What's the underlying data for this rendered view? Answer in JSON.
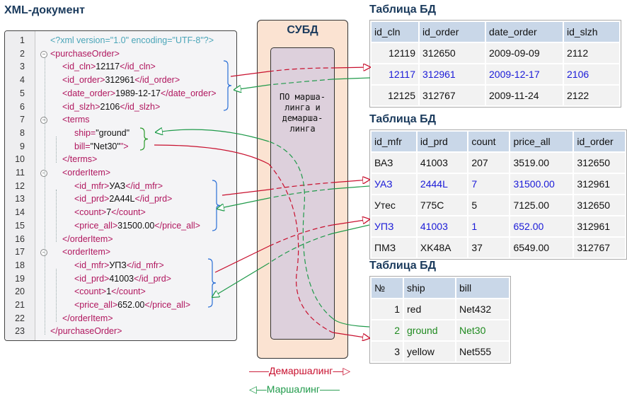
{
  "xml": {
    "title": "XML-документ",
    "lines": [
      {
        "n": "1",
        "code": [
          [
            "pi",
            "<?xml version=\"1.0\" encoding=\"UTF-8\"?>"
          ]
        ]
      },
      {
        "n": "2",
        "code": [
          [
            "tag",
            "<purchaseOrder>"
          ]
        ]
      },
      {
        "n": "3",
        "code": [
          [
            "tag",
            "<id_cln>"
          ],
          [
            "txt",
            "12117"
          ],
          [
            "tag",
            "</id_cln>"
          ]
        ]
      },
      {
        "n": "4",
        "code": [
          [
            "tag",
            "<id_order>"
          ],
          [
            "txt",
            "312961"
          ],
          [
            "tag",
            "</id_order>"
          ]
        ]
      },
      {
        "n": "5",
        "code": [
          [
            "tag",
            "<date_order>"
          ],
          [
            "txt",
            "1989-12-17"
          ],
          [
            "tag",
            "</date_order>"
          ]
        ]
      },
      {
        "n": "6",
        "code": [
          [
            "tag",
            "<id_slzh>"
          ],
          [
            "txt",
            "2106"
          ],
          [
            "tag",
            "</id_slzh>"
          ]
        ]
      },
      {
        "n": "7",
        "code": [
          [
            "tag",
            "<terms"
          ]
        ]
      },
      {
        "n": "8",
        "code": [
          [
            "attrname",
            "ship="
          ],
          [
            "txt",
            "\"ground\""
          ]
        ]
      },
      {
        "n": "9",
        "code": [
          [
            "attrname",
            "bill="
          ],
          [
            "txt",
            "\"Net30\""
          ],
          [
            "tag",
            "\">"
          ]
        ]
      },
      {
        "n": "10",
        "code": [
          [
            "tag",
            "</terms>"
          ]
        ]
      },
      {
        "n": "11",
        "code": [
          [
            "tag",
            "<orderItem>"
          ]
        ]
      },
      {
        "n": "12",
        "code": [
          [
            "tag",
            "<id_mfr>"
          ],
          [
            "txt",
            "УАЗ"
          ],
          [
            "tag",
            "</id_mfr>"
          ]
        ]
      },
      {
        "n": "13",
        "code": [
          [
            "tag",
            "<id_prd>"
          ],
          [
            "txt",
            "2A44L"
          ],
          [
            "tag",
            "</id_prd>"
          ]
        ]
      },
      {
        "n": "14",
        "code": [
          [
            "tag",
            "<count>"
          ],
          [
            "txt",
            "7"
          ],
          [
            "tag",
            "</count>"
          ]
        ]
      },
      {
        "n": "15",
        "code": [
          [
            "tag",
            "<price_all>"
          ],
          [
            "txt",
            "31500.00"
          ],
          [
            "tag",
            "</price_all>"
          ]
        ]
      },
      {
        "n": "16",
        "code": [
          [
            "tag",
            "</orderItem>"
          ]
        ]
      },
      {
        "n": "17",
        "code": [
          [
            "tag",
            "<orderItem>"
          ]
        ]
      },
      {
        "n": "18",
        "code": [
          [
            "tag",
            "<id_mfr>"
          ],
          [
            "txt",
            "УПЗ"
          ],
          [
            "tag",
            "</id_mfr>"
          ]
        ]
      },
      {
        "n": "19",
        "code": [
          [
            "tag",
            "<id_prd>"
          ],
          [
            "txt",
            "41003"
          ],
          [
            "tag",
            "</id_prd>"
          ]
        ]
      },
      {
        "n": "20",
        "code": [
          [
            "tag",
            "<count>"
          ],
          [
            "txt",
            "1"
          ],
          [
            "tag",
            "</count>"
          ]
        ]
      },
      {
        "n": "21",
        "code": [
          [
            "tag",
            "<price_all>"
          ],
          [
            "txt",
            "652.00"
          ],
          [
            "tag",
            "</price_all>"
          ]
        ]
      },
      {
        "n": "22",
        "code": [
          [
            "tag",
            "</orderItem>"
          ]
        ]
      },
      {
        "n": "23",
        "code": [
          [
            "tag",
            "</purchaseOrder>"
          ]
        ]
      }
    ]
  },
  "dbms": {
    "title": "СУБД",
    "label": "ПО марша-\nлинга и\nдемарша-\nлинга"
  },
  "tables": [
    {
      "title": "Таблица БД",
      "headers": [
        "id_cln",
        "id_order",
        "date_order",
        "id_slzh"
      ],
      "rows": [
        {
          "hl": "",
          "cells": [
            "12119",
            "312650",
            "2009-09-09",
            "2112"
          ]
        },
        {
          "hl": "blue",
          "cells": [
            "12117",
            "312961",
            "2009-12-17",
            "2106"
          ]
        },
        {
          "hl": "",
          "cells": [
            "12125",
            "312767",
            "2009-11-24",
            "2122"
          ]
        }
      ]
    },
    {
      "title": "Таблица БД",
      "headers": [
        "id_mfr",
        "id_prd",
        "count",
        "price_all",
        "id_order"
      ],
      "rows": [
        {
          "hl": "",
          "cells": [
            "ВАЗ",
            "41003",
            "207",
            "3519.00",
            "312650"
          ]
        },
        {
          "hl": "blue",
          "cells": [
            "УАЗ",
            "2444L",
            "7",
            "31500.00",
            "312961"
          ]
        },
        {
          "hl": "",
          "cells": [
            "Утес",
            "775C",
            "5",
            "7125.00",
            "312650"
          ]
        },
        {
          "hl": "blue",
          "cells": [
            "УПЗ",
            "41003",
            "1",
            "652.00",
            "312961"
          ]
        },
        {
          "hl": "",
          "cells": [
            "ПМЗ",
            "XK48A",
            "37",
            "6549.00",
            "312767"
          ]
        }
      ]
    },
    {
      "title": "Таблица БД",
      "headers": [
        "№",
        "ship",
        "bill"
      ],
      "rows": [
        {
          "hl": "",
          "cells": [
            "1",
            "red",
            "Net432"
          ]
        },
        {
          "hl": "green",
          "cells": [
            "2",
            "ground",
            "Net30"
          ]
        },
        {
          "hl": "",
          "cells": [
            "3",
            "yellow",
            "Net555"
          ]
        }
      ]
    }
  ],
  "legend": {
    "unmarshal": "Демаршалинг",
    "marshal": "Маршалинг"
  },
  "colors": {
    "unmarshal": "#c8102e",
    "marshal": "#1f9a4a",
    "bracket": "#2a6fd6",
    "bracket_green": "#2a9a2a"
  }
}
